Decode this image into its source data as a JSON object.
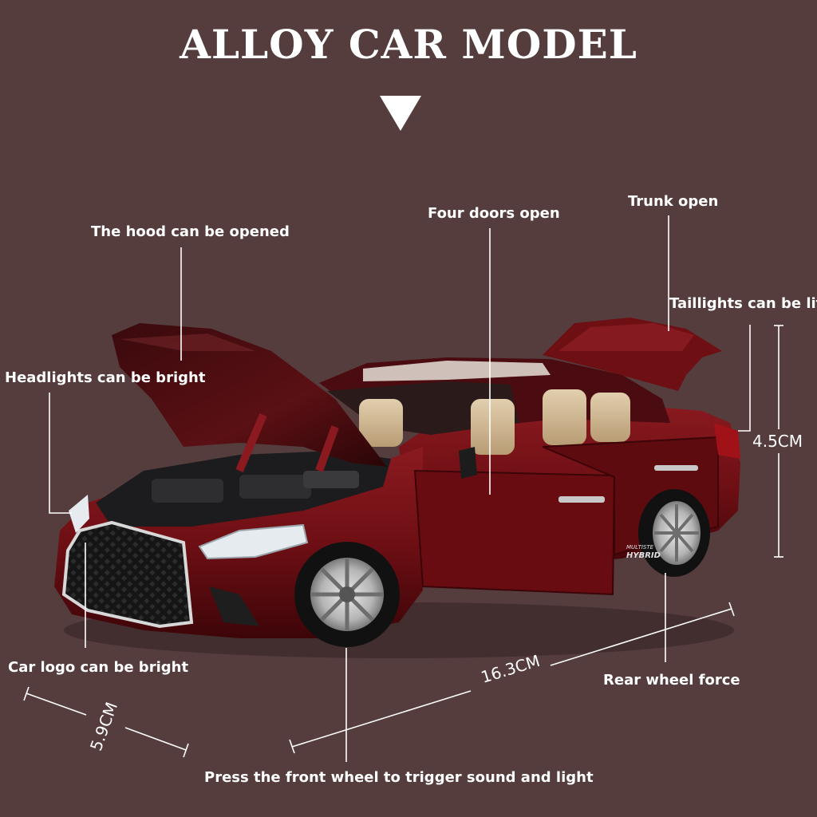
{
  "title": "ALLOY CAR MODEL",
  "labels": {
    "hood": "The hood can be opened",
    "doors": "Four doors open",
    "trunk": "Trunk open",
    "taillights": "Taillights can be lit",
    "headlights": "Headlights can be bright",
    "logo": "Car logo can be bright",
    "rear_wheel": "Rear wheel force",
    "front_wheel": "Press the front wheel to trigger sound and light"
  },
  "dimensions": {
    "height": "4.5CM",
    "length": "16.3CM",
    "width": "5.9CM"
  },
  "badge": {
    "line1": "MULTISTE",
    "line2": "HYBRID"
  },
  "colors": {
    "background": "#553c3d",
    "car_body": "#6e0f14",
    "text": "#ffffff"
  }
}
